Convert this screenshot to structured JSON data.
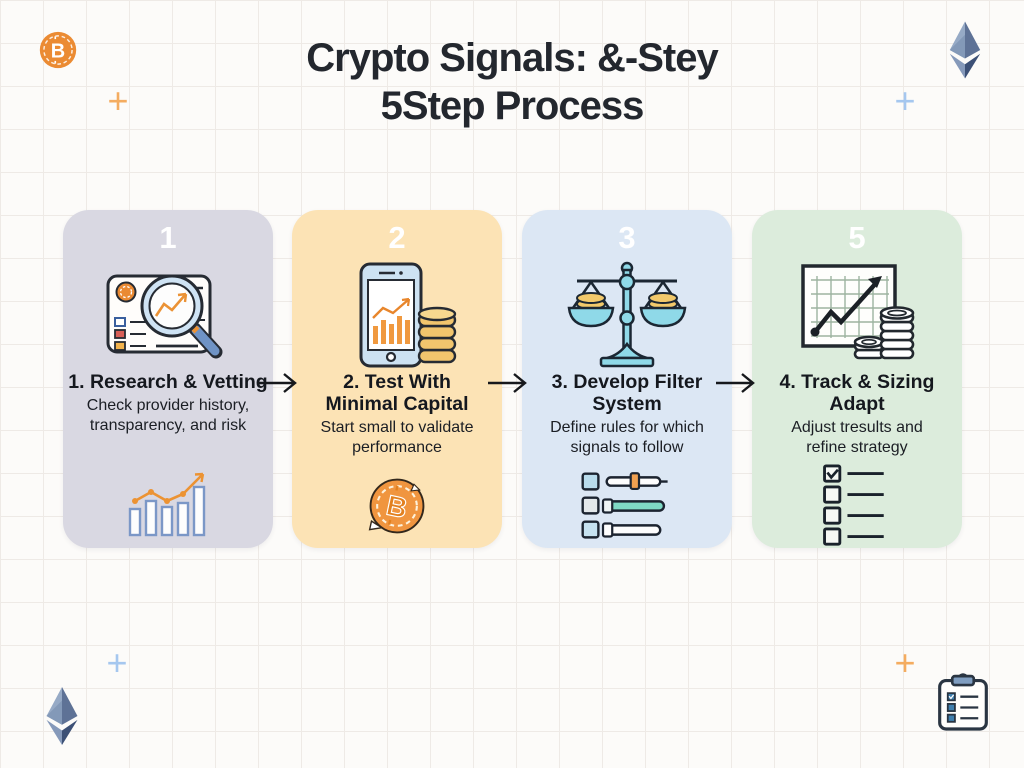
{
  "title": {
    "line1": "Crypto Signals: &-Stey",
    "line2": "5Step Process"
  },
  "steps": [
    {
      "badge": "1",
      "heading": "1. Research & Vetting",
      "description": "Check provider history,\ntransparency, and risk",
      "top_icon": "magnifier-over-dashboard-icon",
      "bottom_icon": "bar-chart-uptrend-icon",
      "bg_color": "#d9d8e2"
    },
    {
      "badge": "2",
      "heading": "2. Test With\nMinimal Capital",
      "description": "Start small to validate\nperformance",
      "top_icon": "phone-chart-with-coins-icon",
      "bottom_icon": "bitcoin-coin-icon",
      "bg_color": "#fce3b5"
    },
    {
      "badge": "3",
      "heading": "3. Develop Filter\nSystem",
      "description": "Define rules for which\nsignals to follow",
      "top_icon": "balance-scale-coins-icon",
      "bottom_icon": "checkbox-sliders-icon",
      "bg_color": "#dce7f4"
    },
    {
      "badge": "5",
      "heading": "4. Track & Sizing\nAdapt",
      "description": "Adjust tresults and\nrefine strategy",
      "top_icon": "line-chart-coins-icon",
      "bottom_icon": "checklist-icon",
      "bg_color": "#dcecdc"
    }
  ],
  "decorations": {
    "plus_glyph": "+",
    "bitcoin_symbol": "B",
    "top_left_icon": "bitcoin-icon",
    "top_right_icon": "ethereum-icon",
    "bottom_left_icon": "ethereum-icon",
    "bottom_right_icon": "clipboard-checklist-icon"
  },
  "colors": {
    "background": "#fcfbf9",
    "grid_line": "#eeeae6",
    "title_text": "#23272e",
    "card_text": "#15181e",
    "arrow": "#16181c",
    "bitcoin_orange": "#eb8b33",
    "coin_gold": "#f2c56d",
    "teal": "#8fd9e8",
    "plus_orange": "#f4ac60",
    "plus_blue": "#a5c7ef",
    "card1_bg": "#d9d8e2",
    "card2_bg": "#fce3b5",
    "card3_bg": "#dce7f4",
    "card4_bg": "#dcecdc"
  }
}
